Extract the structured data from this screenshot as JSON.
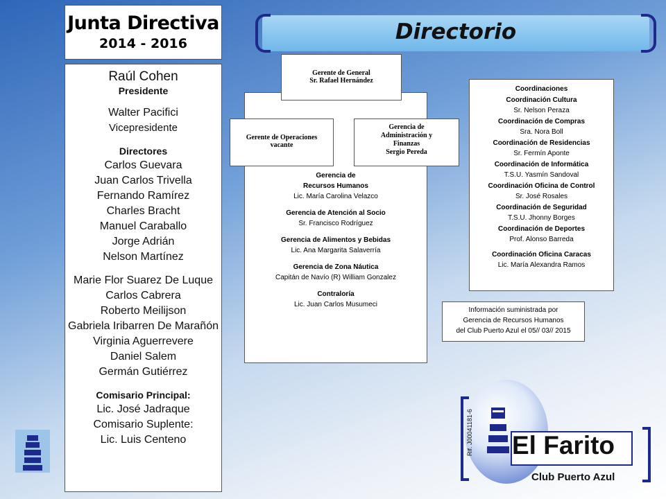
{
  "junta": {
    "title": "Junta Directiva",
    "years": "2014 - 2016",
    "president_name": "Raúl Cohen",
    "president_role": "Presidente",
    "vp_name": "Walter Pacifici",
    "vp_role": "Vicepresidente",
    "directors_header": "Directores",
    "directors": [
      "Carlos Guevara",
      "Juan Carlos Trivella",
      "Fernando Ramírez",
      "Charles Bracht",
      "Manuel Caraballo",
      "Jorge Adrián",
      "Nelson Martínez"
    ],
    "directors_2": [
      "Marie Flor Suarez De Luque",
      "Carlos Cabrera",
      "Roberto Meilijson",
      "Gabriela Iribarren De Marañón",
      "Virginia Aguerrevere",
      "Daniel Salem",
      "Germán Gutiérrez"
    ],
    "comisario_header": "Comisario Principal:",
    "comisario_name": "Lic. José Jadraque",
    "suplente_role": "Comisario Suplente:",
    "suplente_name": "Lic. Luis Centeno"
  },
  "directorio": {
    "title": "Directorio",
    "gerente_general_title": "Gerente de General",
    "gerente_general_name": "Sr. Rafael Hernández",
    "ger_ops_title": "Gerente de Operaciones",
    "ger_ops_name": "vacante",
    "ger_adm_title": "Gerencia de Administración y Finanzas",
    "ger_adm_name": "Sergio Pereda",
    "gerencias": [
      {
        "title_1": "Gerencia de",
        "title_2": "Recursos Humanos",
        "name": "Lic. María Carolina Velazco"
      },
      {
        "title": "Gerencia de Atención al Socio",
        "name": "Sr. Francisco Rodríguez"
      },
      {
        "title": "Gerencia de Alimentos y Bebidas",
        "name": "Lic. Ana Margarita Salaverría"
      },
      {
        "title": "Gerencia de Zona Náutica",
        "name": "Capitán de Navío (R) William  Gonzalez"
      },
      {
        "title": "Contraloría",
        "name": "Lic. Juan Carlos Musumeci"
      }
    ]
  },
  "coordinaciones": {
    "header": "Coordinaciones",
    "items": [
      {
        "title": "Coordinación Cultura",
        "name": "Sr. Nelson Peraza"
      },
      {
        "title": "Coordinación de Compras",
        "name": "Sra. Nora Boll"
      },
      {
        "title": "Coordinación de Residencias",
        "name": "Sr. Fermín Aponte"
      },
      {
        "title": "Coordinación de Informática",
        "name": "T.S.U. Yasmín Sandoval"
      },
      {
        "title": "Coordinación Oficina de Control",
        "name": "Sr. José Rosales"
      },
      {
        "title": "Coordinación de Seguridad",
        "name": "T.S.U. Jhonny Borges"
      },
      {
        "title": "Coordinación de Deportes",
        "name": "Prof. Alonso Barreda"
      },
      {
        "title": "Coordinación  Oficina Caracas",
        "name": "Lic. María Alexandra Ramos"
      }
    ]
  },
  "info": {
    "line1": "Información suministrada por",
    "line2": "Gerencia de Recursos Humanos",
    "line3": "del  Club Puerto Azul el 05// 03// 2015"
  },
  "logo": {
    "text": "El Farito",
    "subtitle": "Club Puerto Azul",
    "rif": "Rif. J00041181-6"
  },
  "icons": {
    "left": "lighthouse-icon",
    "logo": "lighthouse-icon"
  }
}
